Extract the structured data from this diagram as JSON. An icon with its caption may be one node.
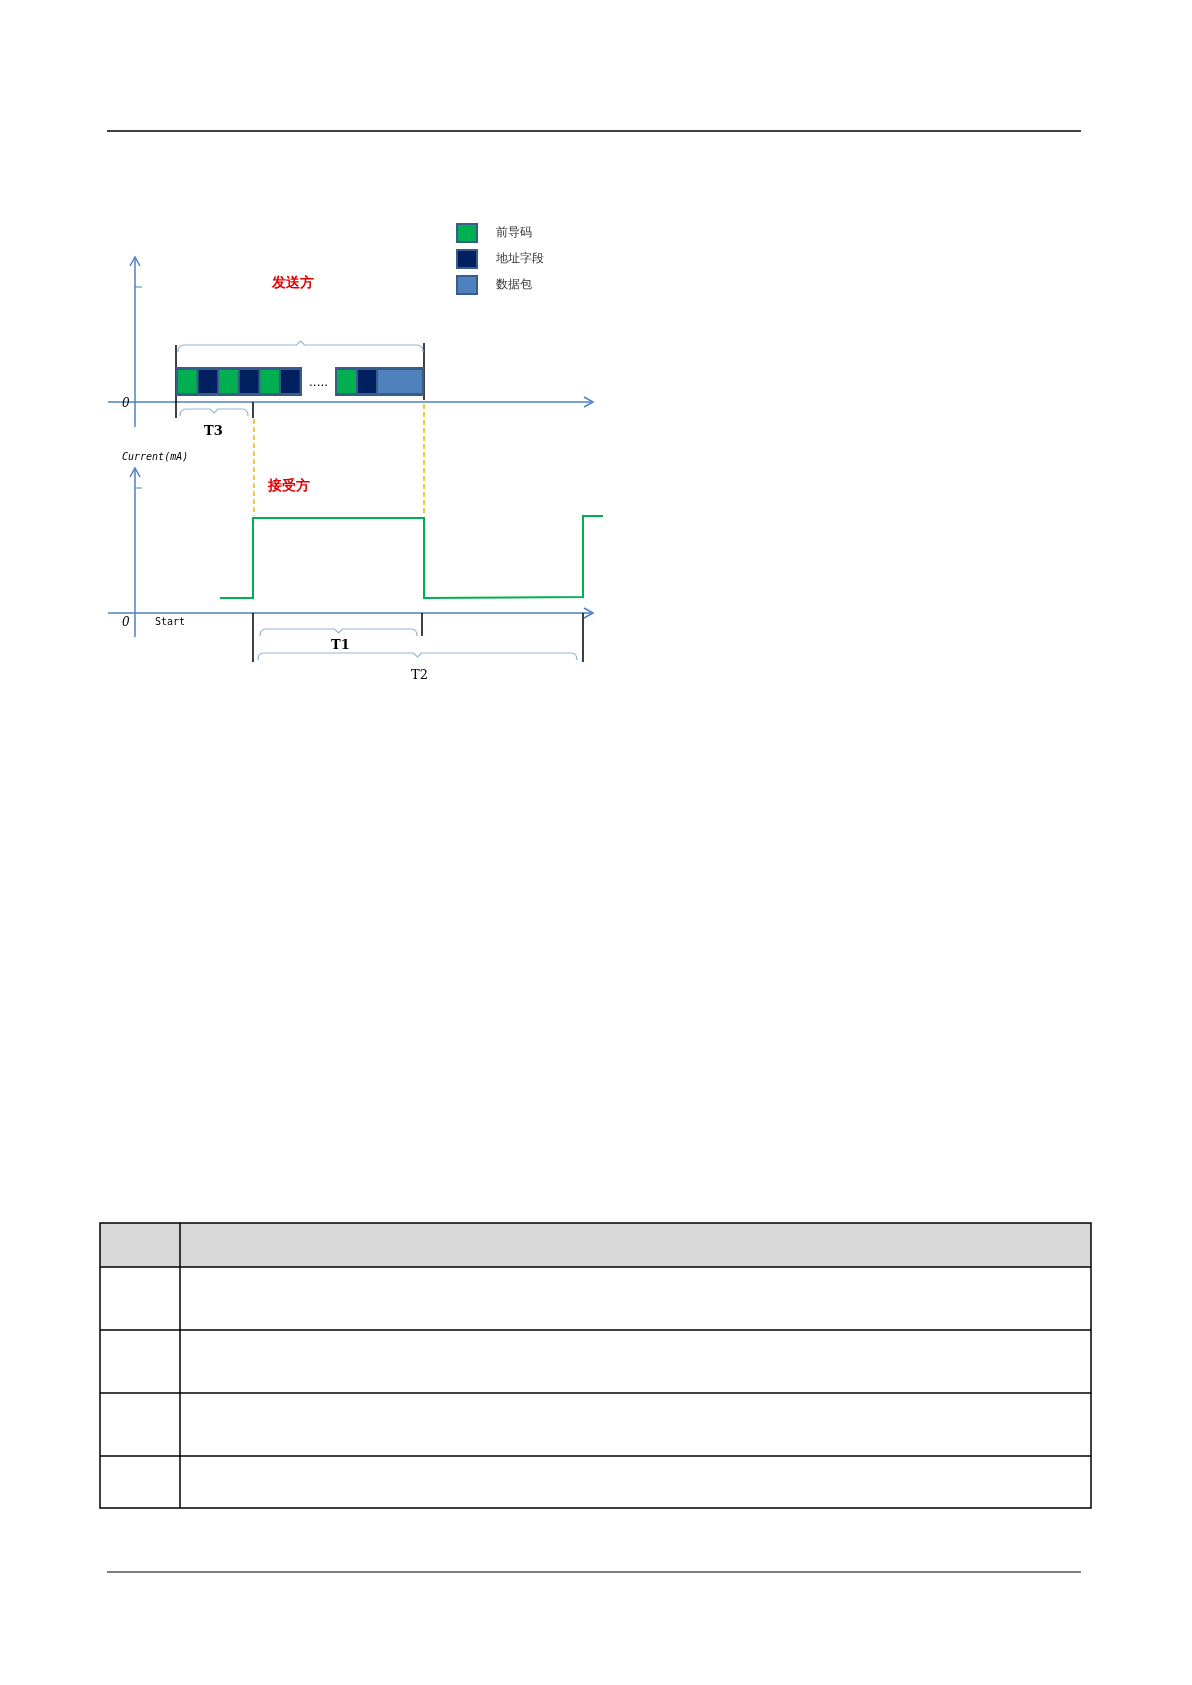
{
  "diagram": {
    "labels": [
      "发送方",
      ".....",
      "0",
      "T3",
      "Current(mA)",
      "接受方",
      "0",
      "Start",
      "T1",
      "T2"
    ],
    "legend": [
      {
        "text": "前导码",
        "color": "#00b050"
      },
      {
        "text": "地址字段",
        "color": "#002060"
      },
      {
        "text": "数据包",
        "color": "#4f81bd"
      }
    ]
  }
}
